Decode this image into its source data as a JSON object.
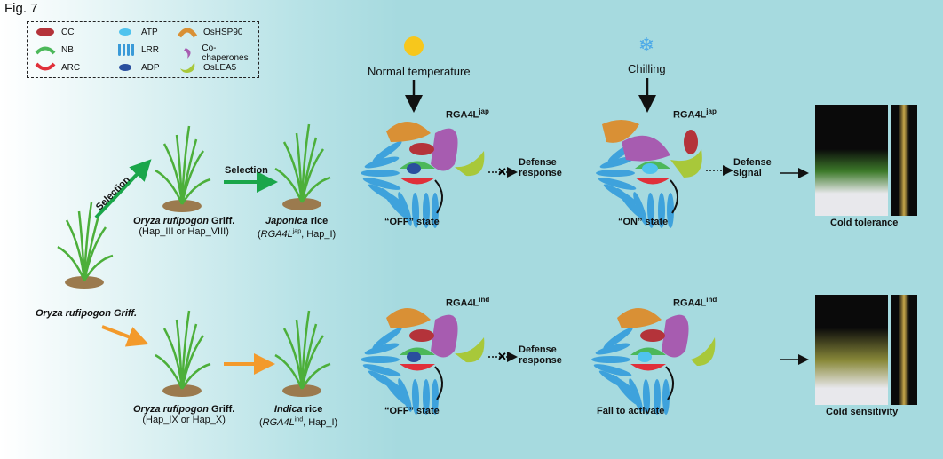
{
  "figure_label": "Fig. 7",
  "legend": [
    {
      "label": "CC",
      "color": "#b4333a"
    },
    {
      "label": "NB",
      "color": "#4cb85a"
    },
    {
      "label": "ARC",
      "color": "#e0303a"
    },
    {
      "label": "ATP",
      "color": "#4fc3ee"
    },
    {
      "label": "LRR",
      "color": "#3a9ad8"
    },
    {
      "label": "ADP",
      "color": "#2a4f9e"
    },
    {
      "label": "OsHSP90",
      "color": "#d99035"
    },
    {
      "label": "Co-chaperones",
      "color": "#a75cb0"
    },
    {
      "label": "OsLEA5",
      "color": "#a8c83a"
    }
  ],
  "conditions": {
    "normal": "Normal temperature",
    "chilling": "Chilling"
  },
  "plants": {
    "ancestor": "Oryza rufipogon Griff.",
    "top_wild": {
      "name": "Oryza rufipogon",
      "suffix": " Griff.",
      "hap": "(Hap_III or Hap_VIII)"
    },
    "japonica": {
      "name": "Japonica",
      "suffix": " rice",
      "gene": "RGA4L",
      "sup": "jap",
      "hap": ", Hap_I)"
    },
    "bottom_wild": {
      "name": "Oryza rufipogon",
      "suffix": " Griff.",
      "hap": "(Hap_IX or Hap_X)"
    },
    "indica": {
      "name": "Indica",
      "suffix": " rice",
      "gene": "RGA4L",
      "sup": "ind",
      "hap": ", Hap_I)"
    }
  },
  "selection_label": "Selection",
  "protein": {
    "name": "RGA4L",
    "jap": "jap",
    "ind": "ind"
  },
  "states": {
    "off": "“OFF” state",
    "on": "“ON” state",
    "fail": "Fail to activate"
  },
  "outcomes": {
    "defense": "Defense",
    "response": "response",
    "signal": "signal"
  },
  "phenotypes": {
    "tolerance": "Cold tolerance",
    "sensitivity": "Cold sensitivity"
  },
  "colors": {
    "green_arrow": "#1aa64a",
    "orange_arrow": "#f39a2b"
  }
}
